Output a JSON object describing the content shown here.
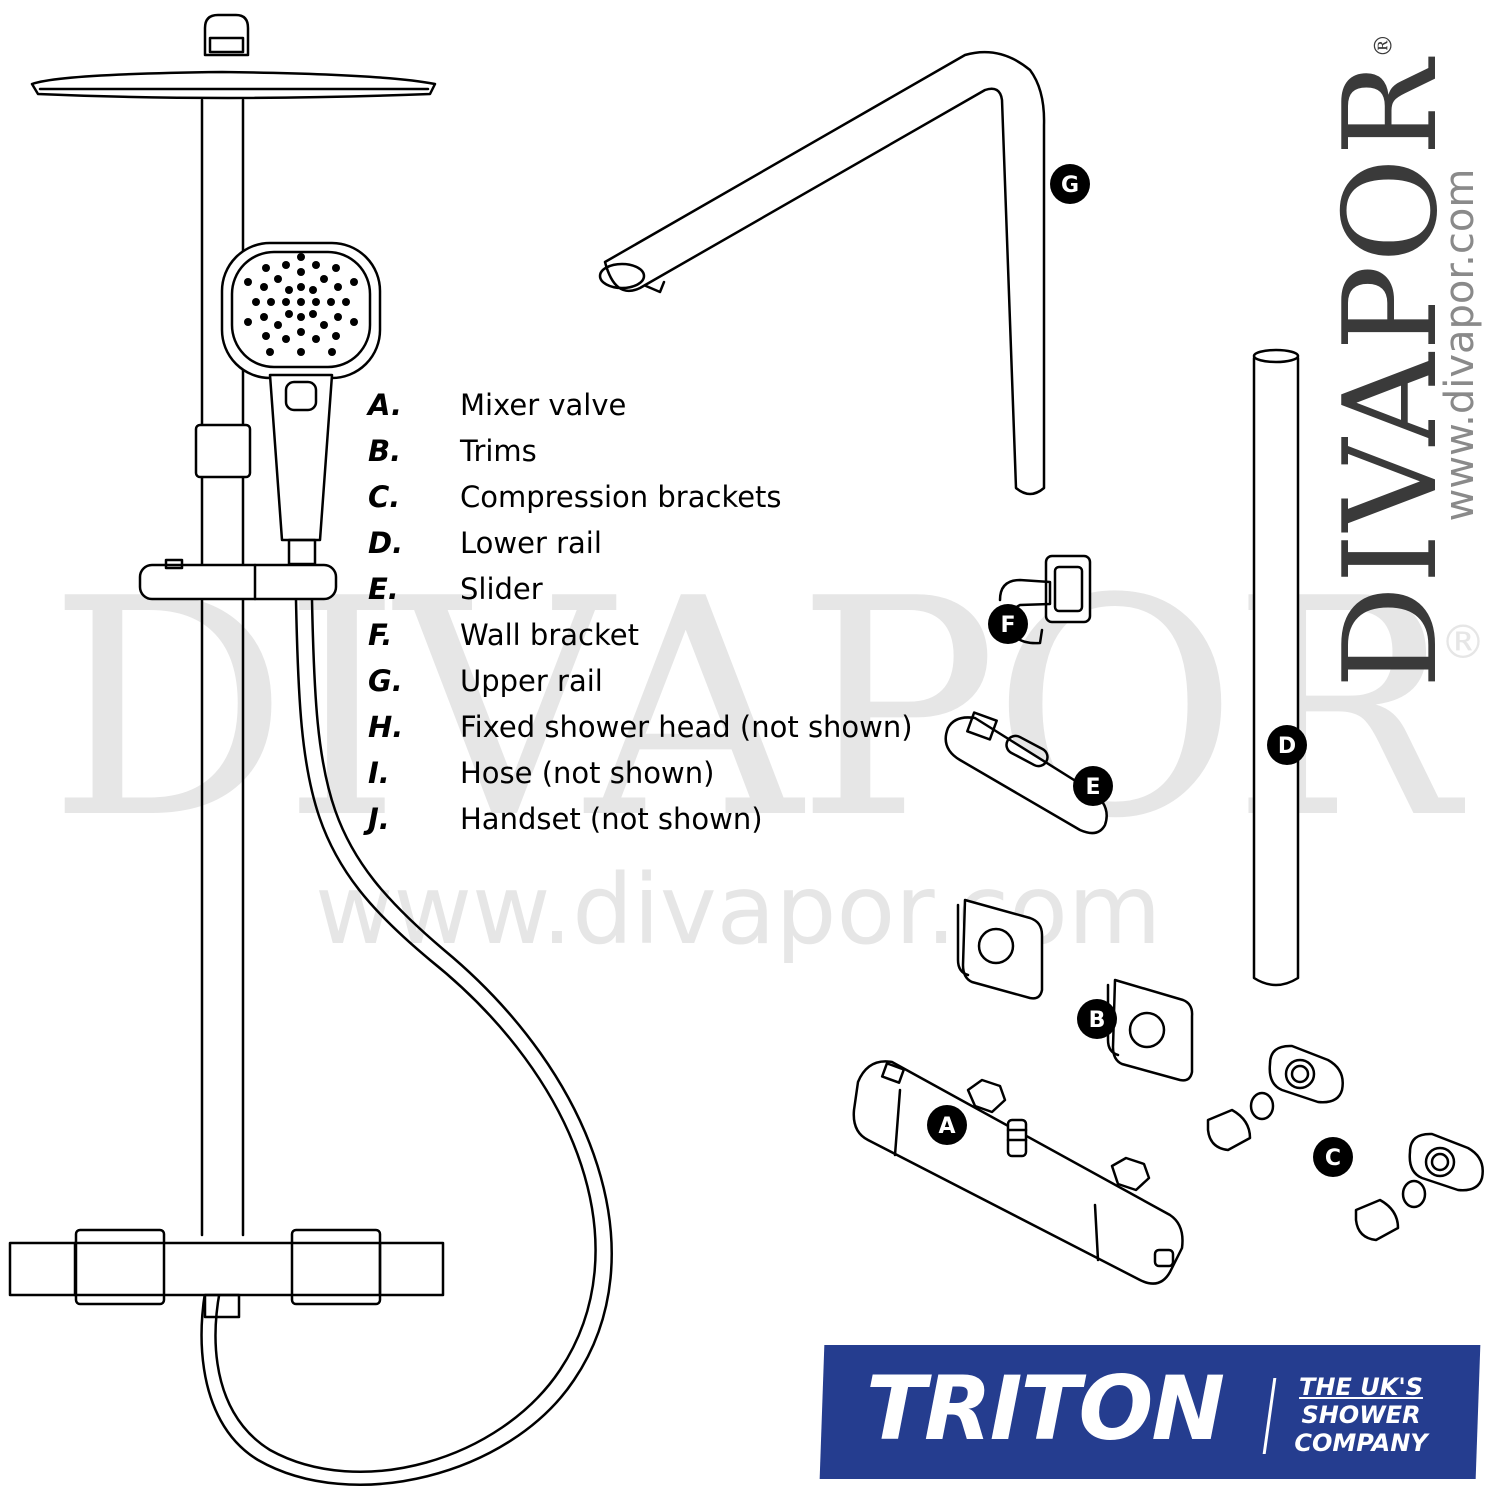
{
  "watermark": {
    "big": "DIVAPOR",
    "url": "www.divapor.com",
    "reg": "®"
  },
  "brand": {
    "name": "DIVAPOR",
    "reg": "®",
    "url": "www.divapor.com"
  },
  "legend": {
    "items": [
      {
        "letter": "A.",
        "text": "Mixer valve"
      },
      {
        "letter": "B.",
        "text": "Trims"
      },
      {
        "letter": "C.",
        "text": "Compression brackets"
      },
      {
        "letter": "D.",
        "text": "Lower rail"
      },
      {
        "letter": "E.",
        "text": "Slider"
      },
      {
        "letter": "F.",
        "text": "Wall bracket"
      },
      {
        "letter": "G.",
        "text": "Upper rail"
      },
      {
        "letter": "H.",
        "text": "Fixed shower head (not shown)"
      },
      {
        "letter": "I.",
        "text": "Hose (not shown)"
      },
      {
        "letter": "J.",
        "text": "Handset (not shown)"
      }
    ]
  },
  "callouts": {
    "a": "A",
    "b": "B",
    "c": "C",
    "d": "D",
    "e": "E",
    "f": "F",
    "g": "G"
  },
  "logo": {
    "word": "TRITON",
    "tag_line1": "THE UK'S",
    "tag_line2": "SHOWER",
    "tag_line3": "COMPANY",
    "color": "#253d8f"
  }
}
